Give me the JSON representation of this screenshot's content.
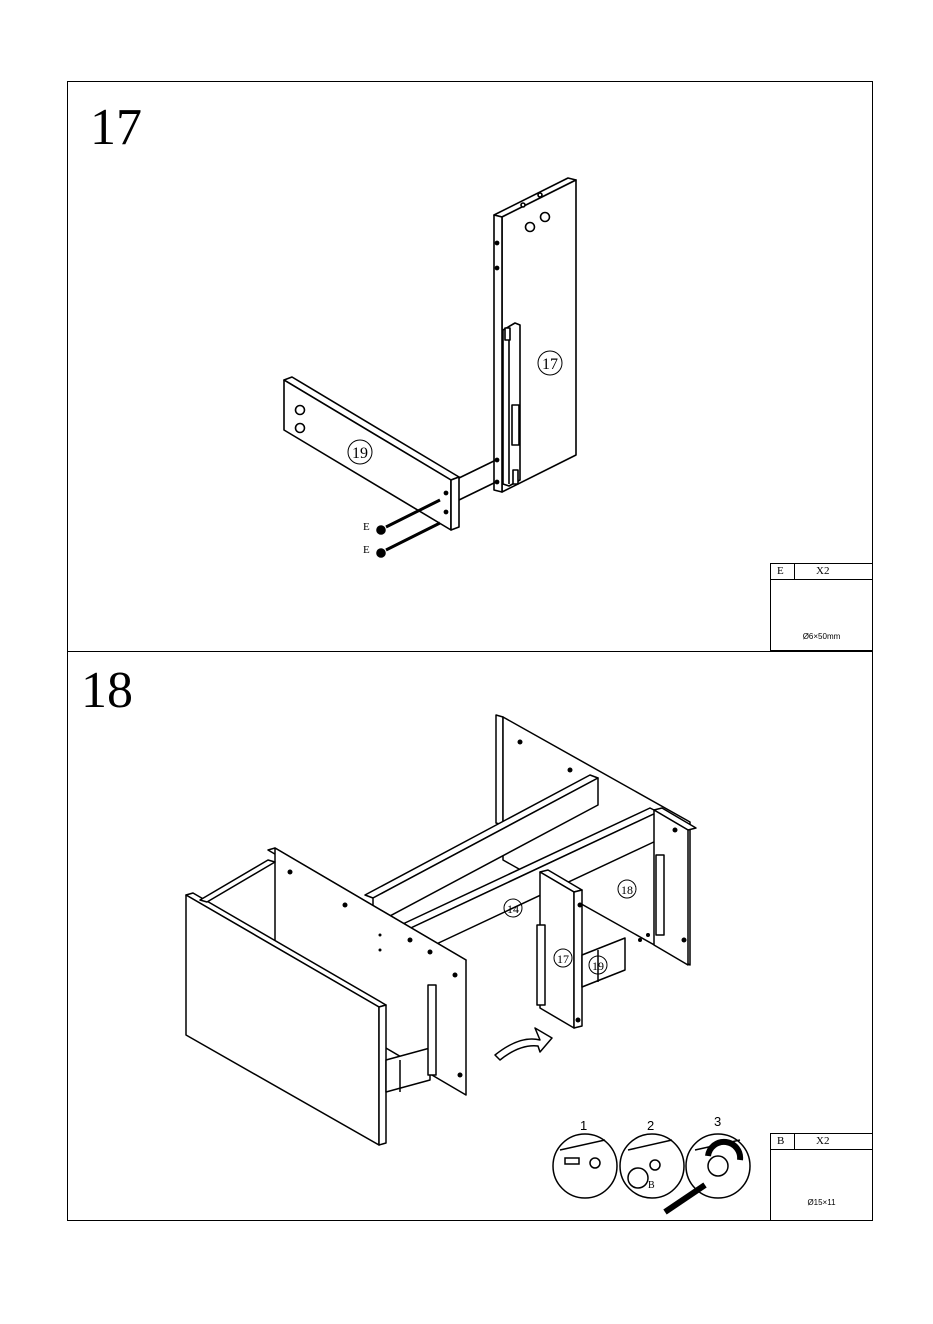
{
  "steps": [
    {
      "number": "17",
      "parts": {
        "side_panel": "17",
        "rail": "19"
      },
      "callouts": [
        "E",
        "E"
      ],
      "hardware": {
        "letter": "E",
        "qty": "X2",
        "size": "Ø6×50mm"
      }
    },
    {
      "number": "18",
      "parts": {
        "back": "14",
        "right_side": "18",
        "inner_side": "17",
        "rail": "19"
      },
      "substeps": [
        "1",
        "2",
        "3"
      ],
      "substep_label": "B",
      "hardware": {
        "letter": "B",
        "qty": "X2",
        "size": "Ø15×11"
      }
    }
  ]
}
